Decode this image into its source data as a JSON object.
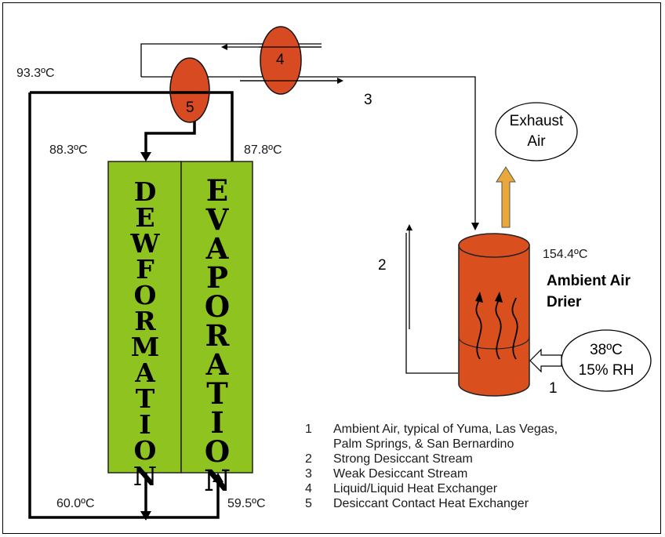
{
  "temperatures": {
    "top_left": "93.3ºC",
    "dew_top": "88.3ºC",
    "evap_top": "87.8ºC",
    "dew_bottom": "60.0ºC",
    "evap_bottom": "59.5ºC",
    "drier": "154.4ºC"
  },
  "columns": {
    "dewformation": "DEWFORMATION",
    "evaporation": "EVAPORATION"
  },
  "heat_exchangers": {
    "hx4": "4",
    "hx5": "5"
  },
  "stream_numbers": {
    "s1": "1",
    "s2": "2",
    "s3": "3"
  },
  "exhaust": {
    "line1": "Exhaust",
    "line2": "Air"
  },
  "drier": {
    "line1": "Ambient Air",
    "line2": "Drier"
  },
  "ambient": {
    "line1": "38ºC",
    "line2": "15% RH"
  },
  "legend": [
    {
      "num": "1",
      "lines": [
        "Ambient Air, typical of Yuma, Las Vegas,",
        "Palm Springs, & San Bernardino"
      ]
    },
    {
      "num": "2",
      "lines": [
        "Strong Desiccant Stream"
      ]
    },
    {
      "num": "3",
      "lines": [
        "Weak Desiccant Stream"
      ]
    },
    {
      "num": "4",
      "lines": [
        "Liquid/Liquid Heat Exchanger"
      ]
    },
    {
      "num": "5",
      "lines": [
        "Desiccant Contact Heat Exchanger"
      ]
    }
  ],
  "colors": {
    "column_fill": "#8fc31f",
    "exchanger_fill": "#d84a22",
    "drier_fill": "#d94f1e",
    "exhaust_arrow": "#e8a93a"
  }
}
